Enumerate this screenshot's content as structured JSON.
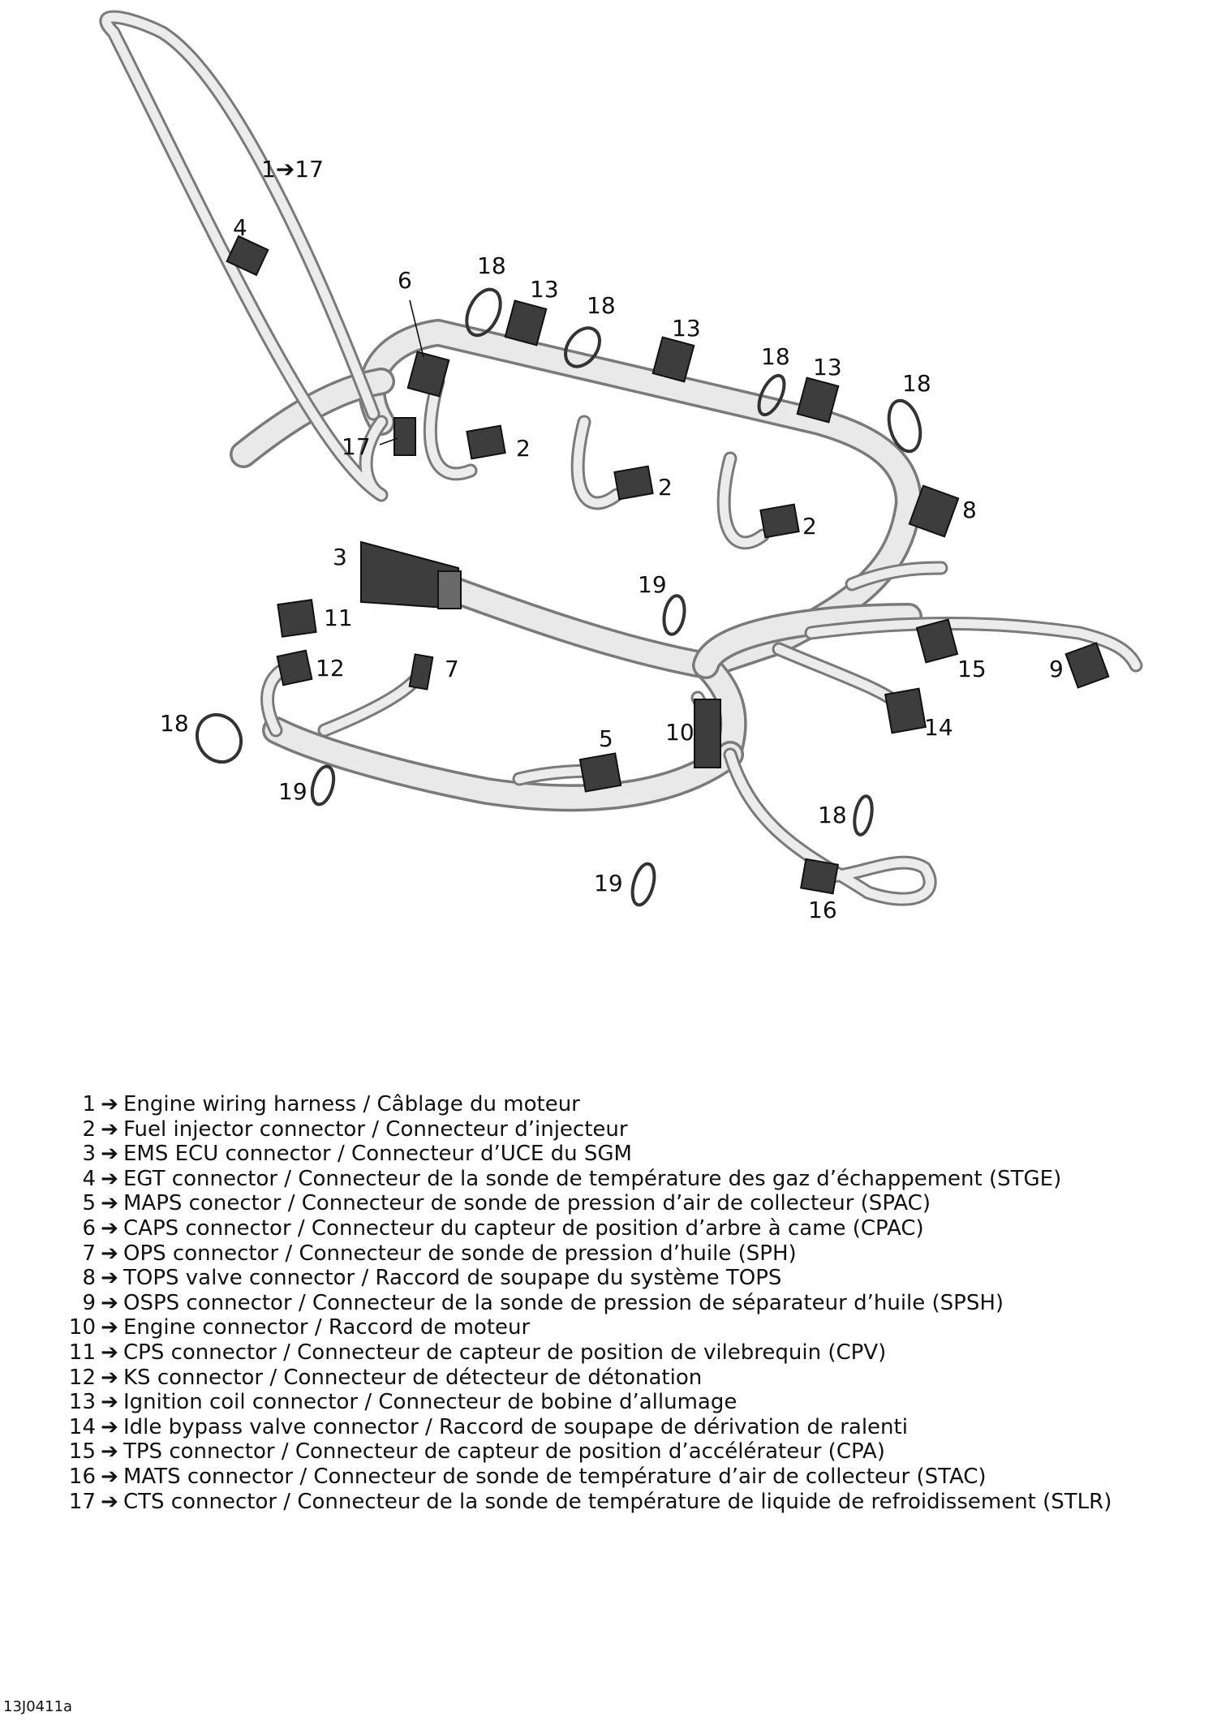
{
  "callouts": {
    "c1_17": "1➔17",
    "c4": "4",
    "c6": "6",
    "c18a": "18",
    "c13a": "13",
    "c18b": "18",
    "c13b": "13",
    "c18c": "18",
    "c13c": "13",
    "c18d": "18",
    "c17": "17",
    "c2a": "2",
    "c2b": "2",
    "c2c": "2",
    "c8": "8",
    "c3": "3",
    "c19a": "19",
    "c11": "11",
    "c12": "12",
    "c7": "7",
    "c15": "15",
    "c9": "9",
    "c10": "10",
    "c14": "14",
    "c18e": "18",
    "c5": "5",
    "c19b": "19",
    "c18f": "18",
    "c19c": "19",
    "c16": "16"
  },
  "legend": [
    {
      "num": "1",
      "arrow": "➔",
      "text": "Engine wiring harness / Câblage du moteur"
    },
    {
      "num": "2",
      "arrow": "➔",
      "text": "Fuel injector connector / Connecteur d’injecteur"
    },
    {
      "num": "3",
      "arrow": "➔",
      "text": "EMS ECU connector / Connecteur d’UCE du SGM"
    },
    {
      "num": "4",
      "arrow": "➔",
      "text": "EGT connector / Connecteur de la sonde de température des gaz d’échappement (STGE)"
    },
    {
      "num": "5",
      "arrow": "➔",
      "text": "MAPS conector / Connecteur de sonde de pression d’air de collecteur (SPAC)"
    },
    {
      "num": "6",
      "arrow": "➔",
      "text": "CAPS connector / Connecteur du capteur de position d’arbre à came (CPAC)"
    },
    {
      "num": "7",
      "arrow": "➔",
      "text": "OPS connector / Connecteur de sonde de pression d’huile (SPH)"
    },
    {
      "num": "8",
      "arrow": "➔",
      "text": "TOPS valve connector / Raccord de soupape du système TOPS"
    },
    {
      "num": "9",
      "arrow": "➔",
      "text": "OSPS connector / Connecteur de la sonde de pression de séparateur d’huile (SPSH)"
    },
    {
      "num": "10",
      "arrow": "➔",
      "text": "Engine connector / Raccord de moteur"
    },
    {
      "num": "11",
      "arrow": "➔",
      "text": "CPS connector / Connecteur de capteur de position de vilebrequin (CPV)"
    },
    {
      "num": "12",
      "arrow": "➔",
      "text": "KS connector / Connecteur de détecteur de détonation"
    },
    {
      "num": "13",
      "arrow": "➔",
      "text": "Ignition coil connector / Connecteur de bobine d’allumage"
    },
    {
      "num": "14",
      "arrow": "➔",
      "text": "Idle bypass valve connector / Raccord de soupape de dérivation de ralenti"
    },
    {
      "num": "15",
      "arrow": "➔",
      "text": "TPS connector / Connecteur de capteur de position d’accélérateur (CPA)"
    },
    {
      "num": "16",
      "arrow": "➔",
      "text": "MATS connector / Connecteur de sonde de température d’air de collecteur (STAC)"
    },
    {
      "num": "17",
      "arrow": "➔",
      "text": "CTS connector / Connecteur de la sonde de température de liquide de refroidissement (STLR)"
    }
  ],
  "figure_code": "13J0411a"
}
